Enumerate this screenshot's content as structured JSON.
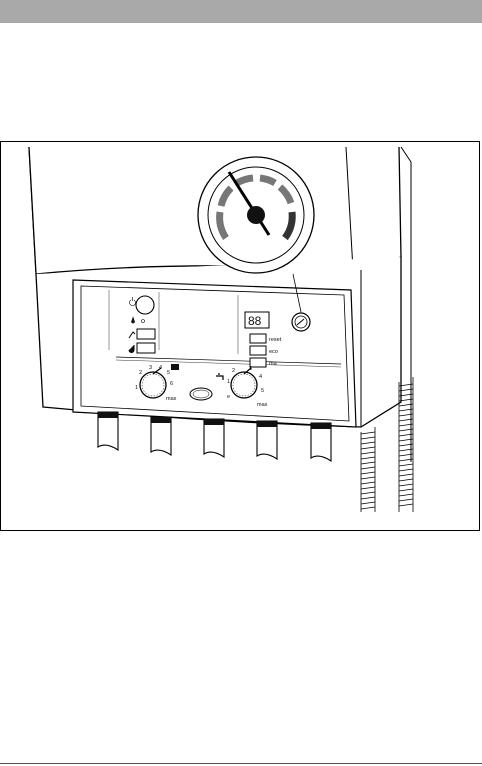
{
  "figure": {
    "buttons": {
      "reset": "reset",
      "eco": "eco",
      "service": "ma"
    },
    "display": "88",
    "left_knob": {
      "scale": [
        "1",
        "2",
        "3",
        "4",
        "5",
        "6"
      ],
      "max": "max"
    },
    "right_knob": {
      "scale": [
        "e",
        "1",
        "2",
        "3",
        "4",
        "5"
      ],
      "max": "max"
    }
  }
}
